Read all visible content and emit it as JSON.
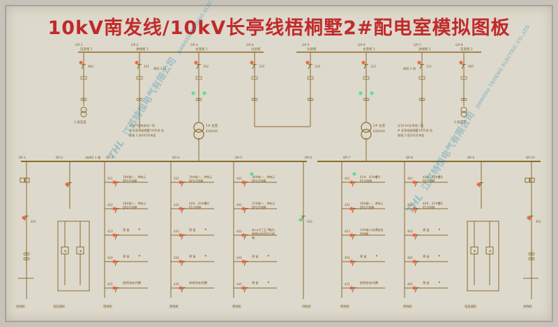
{
  "title": "10kV南发线/10kV长亭线梧桐墅2#配电室模拟图板",
  "colors": {
    "wire": "#8a6a2c",
    "bus": "#8a6a2c",
    "led_red": "#f05a3a",
    "led_green": "#4ee08a",
    "label": "#7a5a2a",
    "title": "#c12a2a"
  },
  "watermark": {
    "logo": "THL",
    "company_cn": "江苏特恒电气有限公司",
    "company_en": "JIANGSU TEHENG ELECTRIC CO.,LTD"
  },
  "hv": {
    "panels": [
      {
        "no": "GP-1",
        "name": "压变柜 1",
        "tag": "904"
      },
      {
        "no": "GP-2",
        "name": "进线柜 1",
        "tag": "101"
      },
      {
        "no": "GP-3",
        "name": "主变柜 1",
        "tag": "102"
      },
      {
        "no": "GP-4",
        "name": "分段柜",
        "tag": "110"
      },
      {
        "no": "GP-5",
        "name": "分段柜",
        "tag": "120"
      },
      {
        "no": "GP-6",
        "name": "主变柜 2",
        "tag": "112"
      },
      {
        "no": "GP-7",
        "name": "进线柜 2",
        "tag": "111"
      },
      {
        "no": "GP-8",
        "name": "压变柜 2",
        "tag": "905"
      }
    ],
    "notes": {
      "pt1": "1 段压变",
      "pt2": "2 段压变",
      "in1": "南阳 1 线",
      "in2": "南阳 2 线",
      "src1": "从10 kV南发线 / 同 # 长亭线梧桐墅1#开关 站南梧 1 线102开关柜",
      "src2": "从10 kV长亭线 / 同 # 长亭线梧桐墅1#开关 站南梧 2 线142开关柜",
      "tx1": "1# 主变 630kVA",
      "tx2": "2# 主变 630kVA"
    }
  },
  "lv": {
    "panels": [
      {
        "no": "DP-1",
        "name": "进线柜"
      },
      {
        "no": "DP-2",
        "name": "电容器柜"
      },
      {
        "no": "DP-3",
        "name": "馈线柜"
      },
      {
        "no": "DP-4",
        "name": "馈线柜"
      },
      {
        "no": "DP-5",
        "name": "馈线柜"
      },
      {
        "no": "DP-6",
        "name": "母联柜"
      },
      {
        "no": "DP-7",
        "name": "馈线柜"
      },
      {
        "no": "DP-8",
        "name": "馈线柜"
      },
      {
        "no": "DP-9",
        "name": "电容器柜"
      },
      {
        "no": "DP-10",
        "name": "进线柜"
      }
    ],
    "dp3_header": "38/85 1 线",
    "circuits": {
      "dp3": [
        {
          "id": "421",
          "desc": "38#楼一、二单元DP1分线箱"
        },
        {
          "id": "422",
          "desc": "38#楼一、二单元DP2分线箱"
        },
        {
          "id": "423",
          "desc": "预 留"
        },
        {
          "id": "424",
          "desc": "预 留"
        },
        {
          "id": "425",
          "desc": "照明用电(A回)"
        }
      ],
      "dp4": [
        {
          "id": "431",
          "desc": "39#楼一、二单元DP1分线箱"
        },
        {
          "id": "432",
          "desc": "42#、43#楼DP1分线箱"
        },
        {
          "id": "433",
          "desc": "预 留"
        },
        {
          "id": "434",
          "desc": "预 留"
        },
        {
          "id": "435",
          "desc": "照明用电(B回)"
        }
      ],
      "dp5": [
        {
          "id": "441",
          "desc": "38#楼一、二单元DP1分线箱"
        },
        {
          "id": "442",
          "desc": "37#楼一、二单元DP1分线箱"
        },
        {
          "id": "443",
          "desc": "亲入口门卫、路灯、物管会所DP1分线箱"
        },
        {
          "id": "444",
          "desc": "预 留"
        },
        {
          "id": "445",
          "desc": "预 留"
        }
      ],
      "dp7": [
        {
          "id": "451",
          "desc": "41#、45#楼DP1分线箱"
        },
        {
          "id": "452",
          "desc": "39#楼一、二单元DP1分线箱"
        },
        {
          "id": "453",
          "desc": "33#楼人防分配电用电箱"
        },
        {
          "id": "454",
          "desc": "预 留"
        },
        {
          "id": "455",
          "desc": "照明用电(A回)"
        }
      ],
      "dp8": [
        {
          "id": "461",
          "desc": "40#、41#楼DP1分线箱"
        },
        {
          "id": "462",
          "desc": "40#、47#楼DP1分线箱"
        },
        {
          "id": "463",
          "desc": "预 留"
        },
        {
          "id": "464",
          "desc": "预 留"
        },
        {
          "id": "465",
          "desc": "预 留"
        }
      ]
    },
    "busbar_ids": {
      "dp1": "401",
      "dp6": "410",
      "dp10": "402"
    }
  }
}
